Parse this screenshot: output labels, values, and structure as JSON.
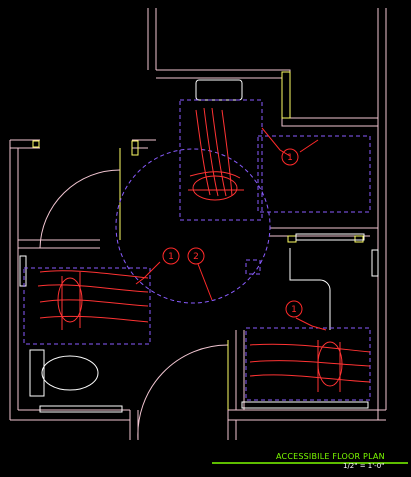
{
  "drawing": {
    "title": "ACCESSIBILE FLOOR PLAN",
    "scale": "1/2\" = 1'-0\"",
    "callouts": [
      "1",
      "1",
      "2",
      "1"
    ]
  },
  "colors": {
    "background": "#000000",
    "walls": "#f2c6d2",
    "doors": "#ffff66",
    "clearance": "#8a5cff",
    "fixtures": "#ffffff",
    "callout": "#ff2a2a",
    "title": "#7CFC00"
  }
}
